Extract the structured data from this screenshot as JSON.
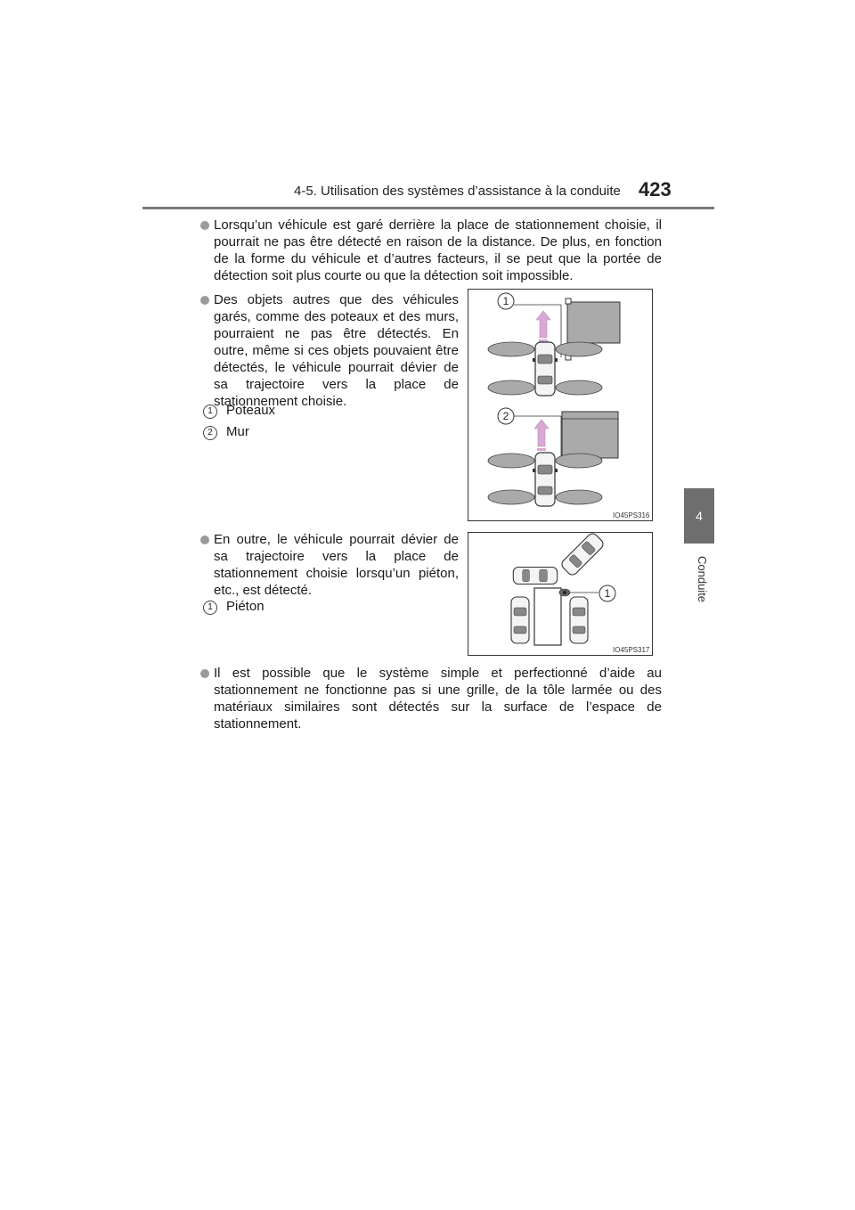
{
  "header": {
    "title": "4-5. Utilisation des systèmes d’assistance à la conduite",
    "page_number": "423"
  },
  "side_tab": {
    "number": "4",
    "label": "Conduite"
  },
  "bullets": [
    "Lorsqu’un véhicule est garé derrière la place de stationnement choisie, il pourrait ne pas être détecté en raison de la distance. De plus, en fonction de la forme du véhicule et d’autres facteurs, il se peut que la portée de détection soit plus courte ou que la détection soit impossible.",
    "Des objets autres que des véhicules garés, comme des poteaux et des murs, pourraient ne pas être détectés. En outre, même si ces objets pouvaient être détectés, le véhicule pourrait dévier de sa trajectoire vers la place de stationnement choisie.",
    "En outre, le véhicule pourrait dévier de sa trajectoire vers la place de stationnement choisie lorsqu’un piéton, etc., est détecté.",
    "Il est possible que le système simple et perfectionné d’aide au stationnement ne fonctionne pas si une grille, de la tôle larmée ou des matériaux similaires sont détectés sur la surface de l’espace de stationnement."
  ],
  "figure1": {
    "id": "IO45PS316",
    "legend": [
      {
        "num": "1",
        "label": "Poteaux"
      },
      {
        "num": "2",
        "label": "Mur"
      }
    ]
  },
  "figure2": {
    "id": "IO45PS317",
    "legend": [
      {
        "num": "1",
        "label": "Piéton"
      }
    ]
  }
}
